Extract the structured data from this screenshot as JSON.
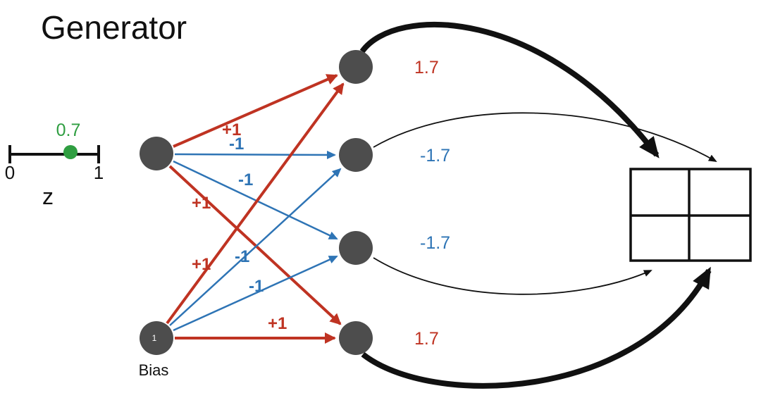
{
  "title": "Generator",
  "colors": {
    "red": "#bf3322",
    "blue": "#2e74b5",
    "green": "#2f9e41",
    "node": "#4d4d4d"
  },
  "z_input": {
    "value": "0.7",
    "min": "0",
    "max": "1",
    "label": "z"
  },
  "bias": {
    "inner_label": "1",
    "caption": "Bias"
  },
  "weights": [
    {
      "from": "z",
      "to": "h1",
      "label": "+1",
      "sign": "positive"
    },
    {
      "from": "z",
      "to": "h2",
      "label": "-1",
      "sign": "negative"
    },
    {
      "from": "z",
      "to": "h3",
      "label": "-1",
      "sign": "negative"
    },
    {
      "from": "z",
      "to": "h4",
      "label": "+1",
      "sign": "positive"
    },
    {
      "from": "bias",
      "to": "h1",
      "label": "+1",
      "sign": "positive"
    },
    {
      "from": "bias",
      "to": "h2",
      "label": "-1",
      "sign": "negative"
    },
    {
      "from": "bias",
      "to": "h3",
      "label": "-1",
      "sign": "negative"
    },
    {
      "from": "bias",
      "to": "h4",
      "label": "+1",
      "sign": "positive"
    }
  ],
  "hidden_outputs": [
    {
      "value": "1.7",
      "sign": "positive"
    },
    {
      "value": "-1.7",
      "sign": "negative"
    },
    {
      "value": "-1.7",
      "sign": "negative"
    },
    {
      "value": "1.7",
      "sign": "positive"
    }
  ]
}
